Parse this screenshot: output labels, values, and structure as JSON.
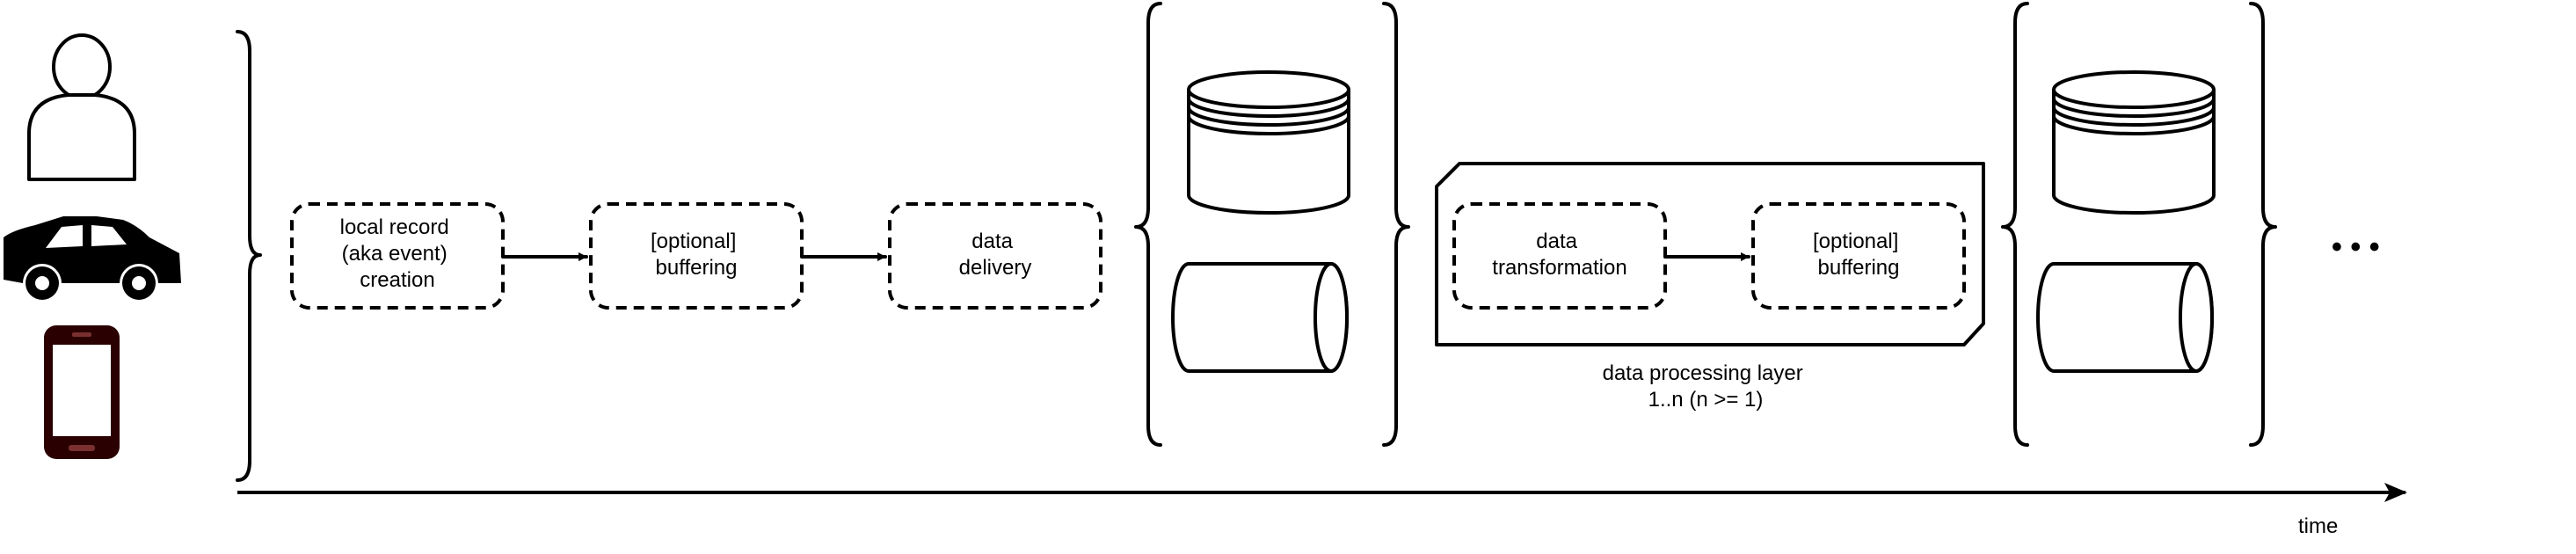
{
  "nodes": {
    "local_record": [
      "local record",
      "(aka event)",
      "creation"
    ],
    "buffering_1": [
      "[optional]",
      "buffering"
    ],
    "data_delivery": [
      "data",
      "delivery"
    ],
    "data_transformation": [
      "data",
      "transformation"
    ],
    "buffering_2": [
      "[optional]",
      "buffering"
    ]
  },
  "processing_layer": {
    "label_line1": "data processing layer",
    "label_line2": "1..n (n >= 1)"
  },
  "time_axis": {
    "label": "time"
  },
  "ellipsis": "• • •",
  "icons": [
    "person-icon",
    "car-icon",
    "mobile-phone-icon",
    "disk-storage-icon",
    "cylinder-storage-icon"
  ]
}
